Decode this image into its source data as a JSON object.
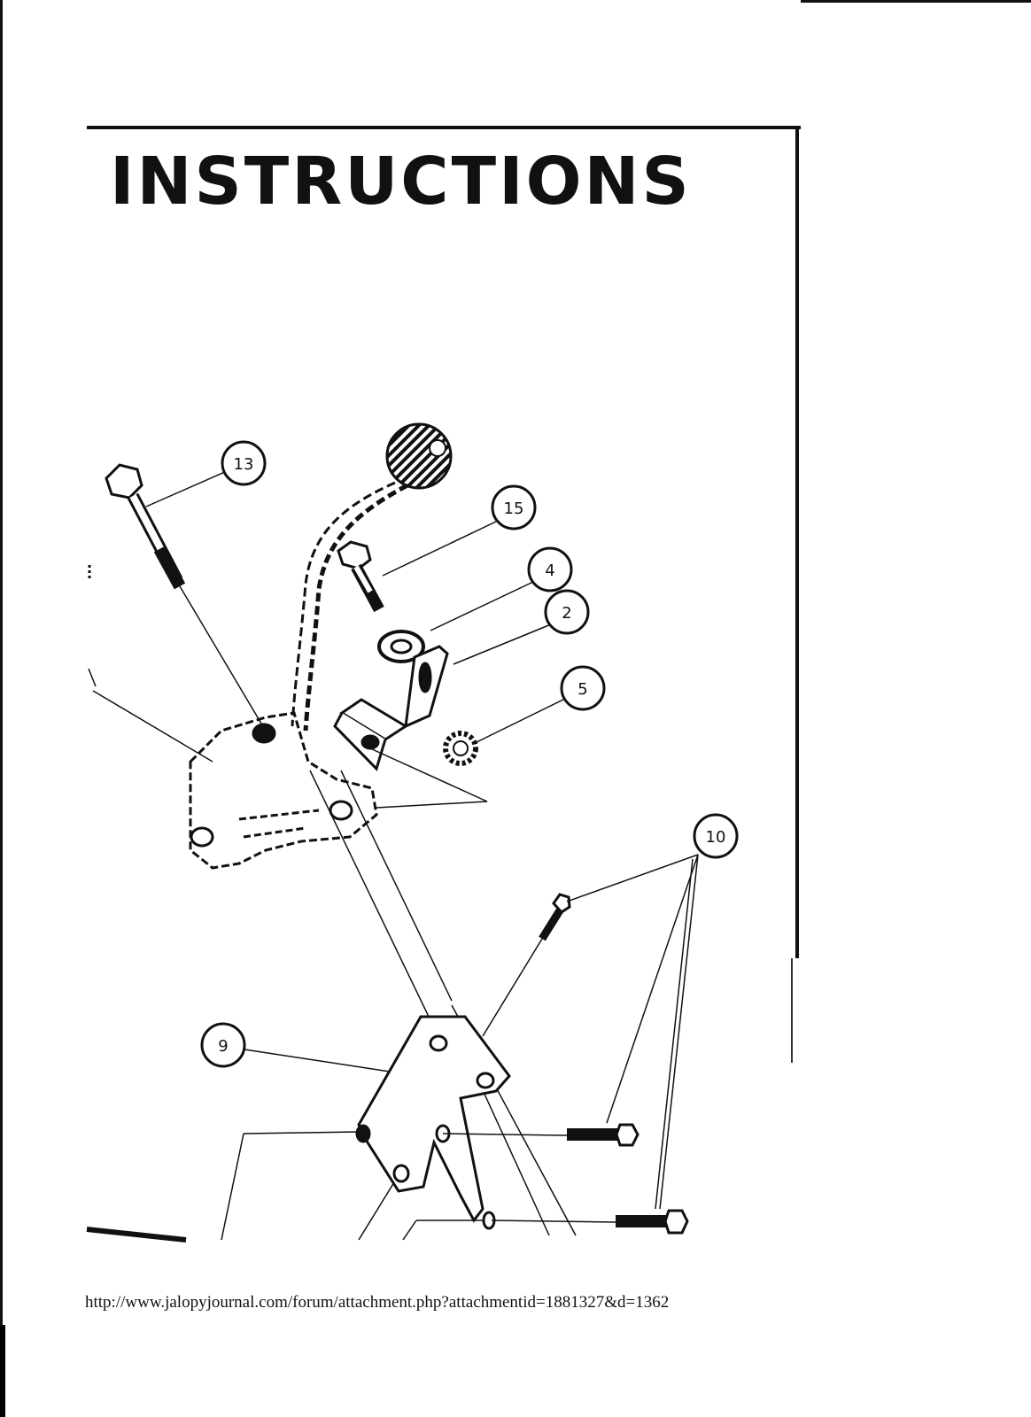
{
  "document": {
    "title": "INSTRUCTIONS",
    "source_url": "http://www.jalopyjournal.com/forum/attachment.php?attachmentid=1881327&d=1362"
  },
  "callouts": [
    {
      "id": "13",
      "label": "13",
      "part": "long-bolt"
    },
    {
      "id": "15",
      "label": "15",
      "part": "short-bolt"
    },
    {
      "id": "4",
      "label": "4",
      "part": "washer"
    },
    {
      "id": "2",
      "label": "2",
      "part": "angle-bracket"
    },
    {
      "id": "5",
      "label": "5",
      "part": "star-lock-washer"
    },
    {
      "id": "10",
      "label": "10",
      "part": "mounting-bolts"
    },
    {
      "id": "9",
      "label": "9",
      "part": "mounting-plate"
    }
  ]
}
